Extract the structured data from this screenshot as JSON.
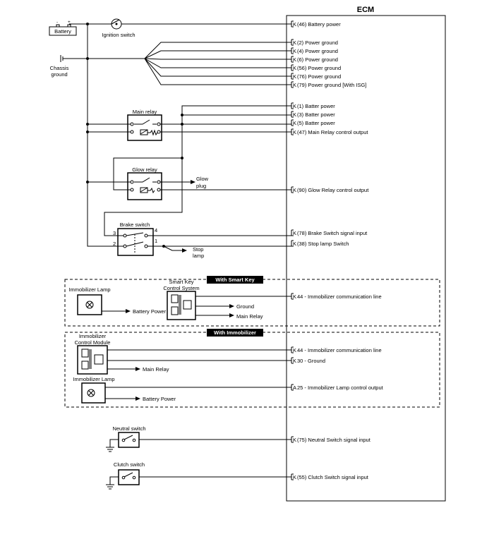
{
  "ecm": {
    "title": "ECM"
  },
  "components": {
    "battery": "Battery",
    "ignition_switch": "Ignition switch",
    "chassis_ground_1": "Chassis",
    "chassis_ground_2": "ground",
    "main_relay": "Main relay",
    "glow_relay": "Glow relay",
    "glow_plug_1": "Glow",
    "glow_plug_2": "plug",
    "brake_switch": "Brake switch",
    "brake_pin_3": "3",
    "brake_pin_4": "4",
    "brake_pin_2": "2",
    "brake_pin_1": "1",
    "stop_lamp_1": "Stop",
    "stop_lamp_2": "lamp",
    "neutral_switch": "Neutral switch",
    "clutch_switch": "Clutch switch"
  },
  "ecm_pins": [
    {
      "pin": "K",
      "text": "(46) Battery power"
    },
    {
      "pin": "K",
      "text": "(2) Power ground"
    },
    {
      "pin": "K",
      "text": "(4) Power ground"
    },
    {
      "pin": "K",
      "text": "(6) Power ground"
    },
    {
      "pin": "K",
      "text": "(56) Power ground"
    },
    {
      "pin": "K",
      "text": "(76) Power ground"
    },
    {
      "pin": "K",
      "text": "(79) Power ground [With ISG]"
    },
    {
      "pin": "K",
      "text": "(1) Batter power"
    },
    {
      "pin": "K",
      "text": "(3) Batter power"
    },
    {
      "pin": "K",
      "text": "(5) Batter power"
    },
    {
      "pin": "K",
      "text": "(47) Main Relay control output"
    },
    {
      "pin": "K",
      "text": "(90) Glow Relay control output"
    },
    {
      "pin": "K",
      "text": "(78) Brake Switch signal input"
    },
    {
      "pin": "K",
      "text": "(38) Stop lamp Switch"
    },
    {
      "pin": "K",
      "text": "44 - Immobilizer communication line"
    },
    {
      "pin": "K",
      "text": "44 - Immobilizer communication line"
    },
    {
      "pin": "K",
      "text": "30 - Ground"
    },
    {
      "pin": "A",
      "text": "25 - Immobilizer Lamp control output"
    },
    {
      "pin": "K",
      "text": "(75) Neutral Switch signal input"
    },
    {
      "pin": "K",
      "text": "(55) Clutch Switch signal input"
    }
  ],
  "smart_key": {
    "band": "With Smart Key",
    "immobilizer_lamp": "Immobilizer Lamp",
    "system_1": "Smart Key",
    "system_2": "Control System",
    "battery_power": "Battery Power",
    "ground": "Ground",
    "main_relay": "Main Relay"
  },
  "immobilizer": {
    "band": "With Immobilizer",
    "module_1": "Immobilizer",
    "module_2": "Control Module",
    "main_relay": "Main Relay",
    "immobilizer_lamp": "Immobilizer Lamp",
    "battery_power": "Battery Power"
  }
}
